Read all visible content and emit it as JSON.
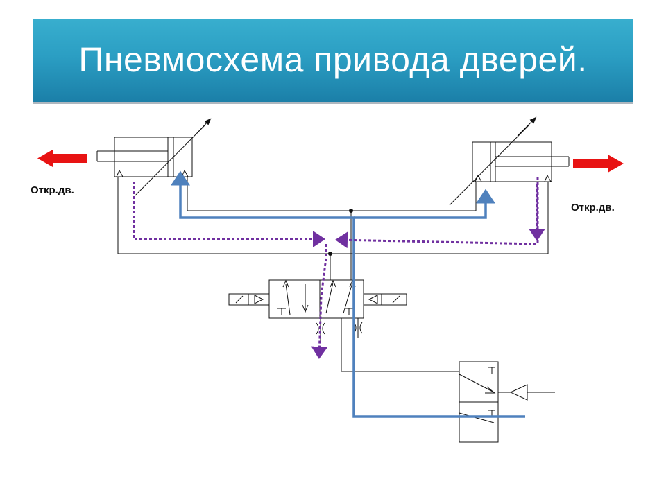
{
  "slide": {
    "title": "Пневмосхема привода дверей."
  },
  "labels": {
    "left_door": "Откр.дв.",
    "right_door": "Откр.дв."
  },
  "colors": {
    "title_bar": "#2b9ec3",
    "title_text": "#ffffff",
    "supply_flow": "#4f81bd",
    "exhaust_flow": "#7030a0",
    "motion_arrow": "#e81313",
    "schematic_line": "#111111"
  }
}
